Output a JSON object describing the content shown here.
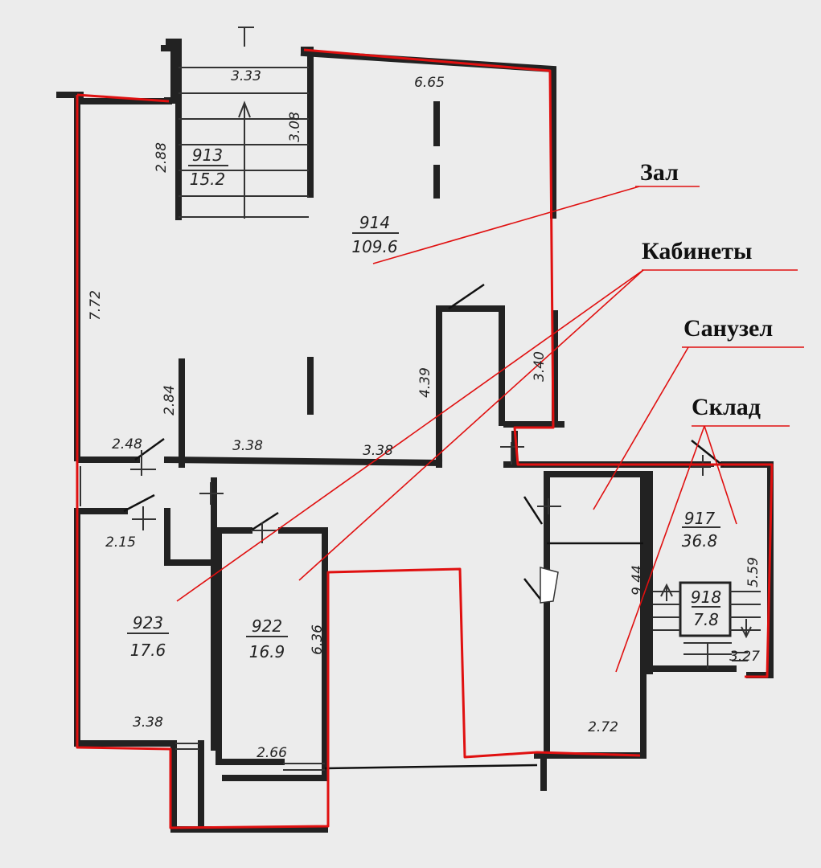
{
  "labels": {
    "hall": "Зал",
    "offices": "Кабинеты",
    "bathroom": "Санузел",
    "storage": "Склад"
  },
  "rooms": [
    {
      "number": "913",
      "area": "15.2"
    },
    {
      "number": "914",
      "area": "109.6"
    },
    {
      "number": "917",
      "area": "36.8"
    },
    {
      "number": "918",
      "area": "7.8"
    },
    {
      "number": "922",
      "area": "16.9"
    },
    {
      "number": "923",
      "area": "17.6"
    }
  ],
  "dimensions": {
    "d_333": "3.33",
    "d_665": "6.65",
    "d_308": "3.08",
    "d_288": "2.88",
    "d_772": "7.72",
    "d_439": "4.39",
    "d_340": "3.40",
    "d_284": "2.84",
    "d_248": "2.48",
    "d_338_a": "3.38",
    "d_338_b": "3.38",
    "d_215": "2.15",
    "d_636": "6.36",
    "d_338_c": "3.38",
    "d_266": "2.66",
    "d_944": "9.44",
    "d_559": "5.59",
    "d_327": "3.27",
    "d_272": "2.72"
  },
  "colors": {
    "annotation": "#e01010",
    "wall": "#222222",
    "paper": "#ececec"
  }
}
